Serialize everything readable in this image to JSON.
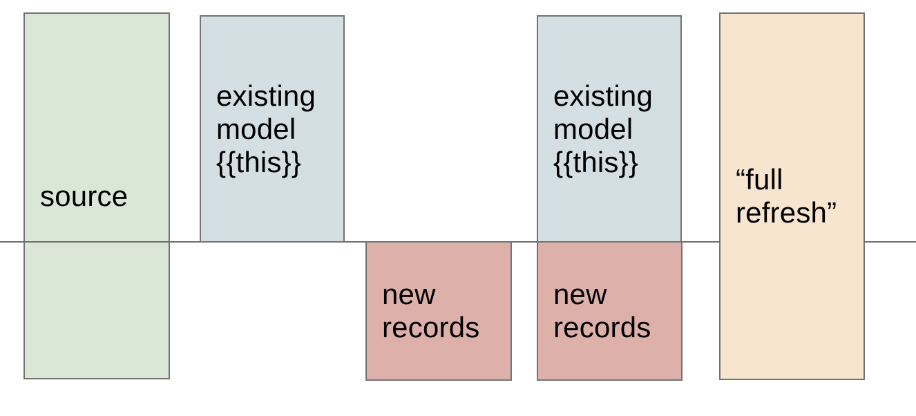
{
  "colors": {
    "background": "#ffffff",
    "border": "#737373",
    "timeline_line": "#6e6e6e",
    "text": "#000000",
    "source_fill": "#dbe7d6",
    "existing_model_fill": "#d3dfe3",
    "new_records_fill": "#ddb1a9",
    "full_refresh_fill": "#f8e5d0"
  },
  "boxes": {
    "source": {
      "label": "source",
      "fill": "#dbe7d6"
    },
    "existing_model_1": {
      "label": "existing\nmodel\n{{this}}",
      "fill": "#d3dfe3"
    },
    "new_records_1": {
      "label": "new\nrecords",
      "fill": "#ddb1a9"
    },
    "existing_model_2": {
      "label": "existing\nmodel\n{{this}}",
      "fill": "#d3dfe3"
    },
    "new_records_2": {
      "label": "new\nrecords",
      "fill": "#ddb1a9"
    },
    "full_refresh": {
      "label": "“full\nrefresh”",
      "fill": "#f8e5d0"
    }
  }
}
